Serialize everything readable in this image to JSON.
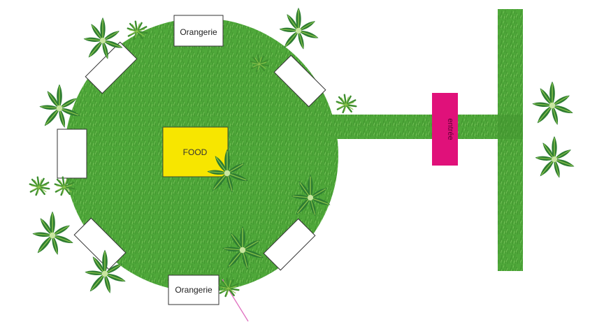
{
  "labels": {
    "orangerie_top": "Orangerie",
    "orangerie_bottom": "Orangerie",
    "food": "FOOD",
    "entrance": "entrée"
  },
  "icons": {
    "plant": "banana-plant-icon",
    "palm": "palm-icon"
  },
  "colors": {
    "grass": "#4fa83a",
    "grass_dark": "#3b8c2a",
    "grass_light": "#7cc45d",
    "food_box": "#f7e600",
    "entrance_box": "#e0117a",
    "path_line": "#e070c0",
    "leaf": "#2e7d32",
    "leaf_light": "#8bc34a"
  }
}
